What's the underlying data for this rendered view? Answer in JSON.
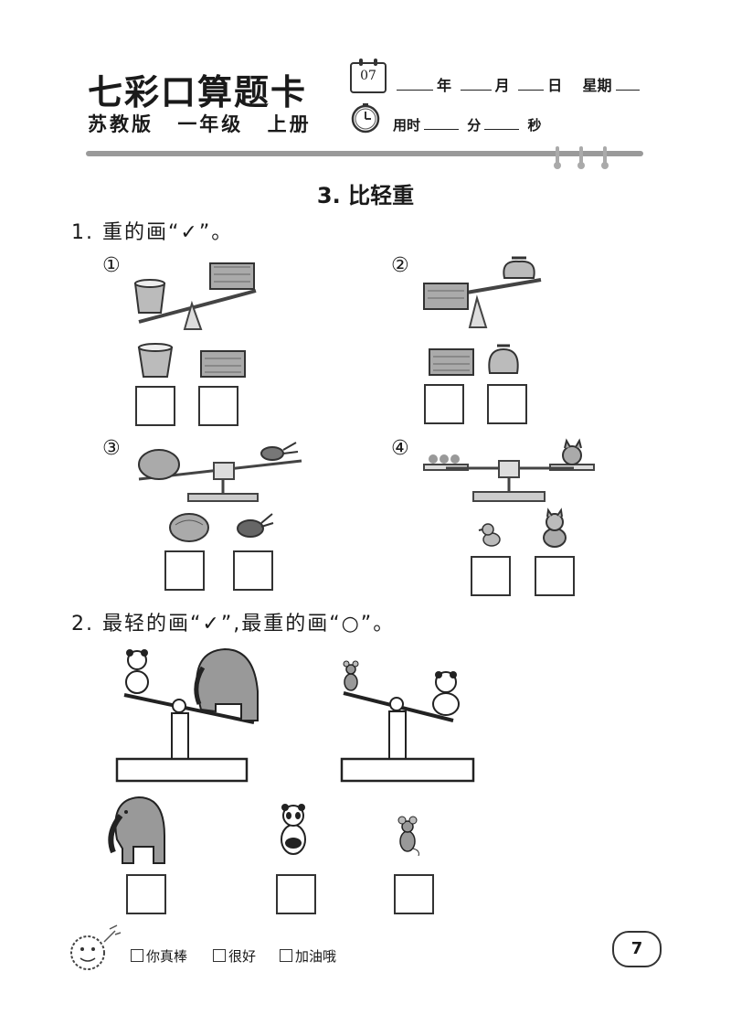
{
  "header": {
    "brand": "七彩口算题卡",
    "edition": [
      "苏教版",
      "一年级",
      "上册"
    ],
    "calendar_day": "07",
    "date_labels": [
      "年",
      "月",
      "日",
      "星期"
    ],
    "time_labels": [
      "用时",
      "分",
      "秒"
    ]
  },
  "section_title": "3. 比轻重",
  "question1": {
    "text": "1. 重的画“✓”。",
    "items": [
      {
        "label": "①",
        "objects": [
          "bucket-icon",
          "basket-icon"
        ]
      },
      {
        "label": "②",
        "objects": [
          "basket-icon",
          "sack-icon"
        ]
      },
      {
        "label": "③",
        "objects": [
          "cabbage-icon",
          "radish-icon"
        ]
      },
      {
        "label": "④",
        "objects": [
          "chick-icon",
          "cat-icon"
        ]
      }
    ]
  },
  "question2": {
    "text": "2. 最轻的画“✓”,最重的画“○”。",
    "animals": [
      "elephant-icon",
      "panda-icon",
      "mouse-icon"
    ]
  },
  "footer": {
    "ratings": [
      "你真棒",
      "很好",
      "加油哦"
    ],
    "page_number": "7"
  }
}
